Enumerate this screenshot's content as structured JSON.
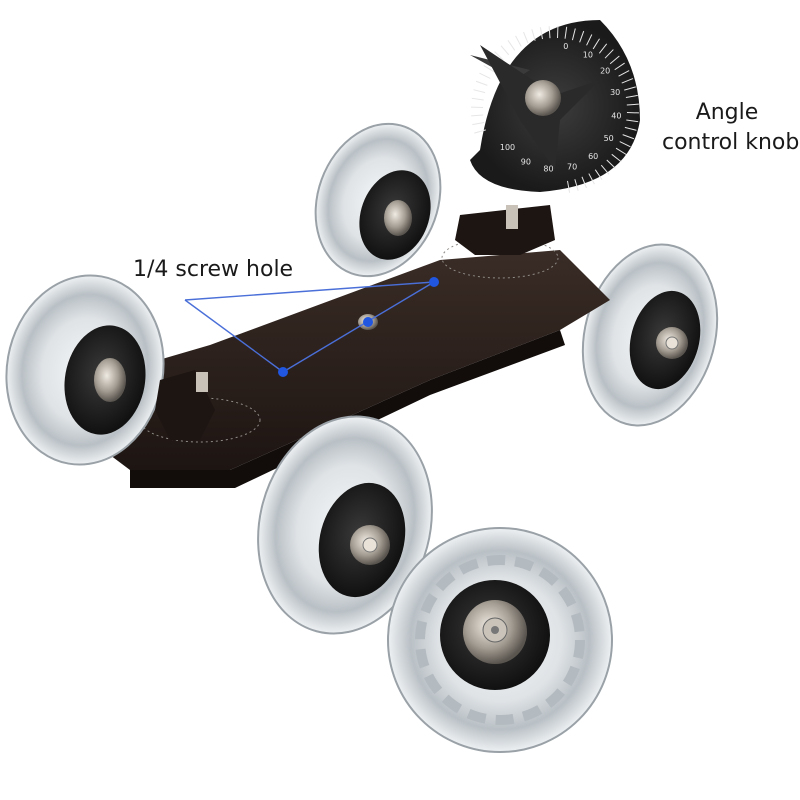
{
  "image": {
    "subject": "camera-table-dolly",
    "background_color": "#ffffff"
  },
  "labels": {
    "screw_hole": "1/4 screw hole",
    "angle_knob_line1": "Angle",
    "angle_knob_line2": "control knob"
  },
  "protractor_ticks": [
    "0",
    "10",
    "20",
    "30",
    "40",
    "50",
    "60",
    "70",
    "80",
    "90",
    "100"
  ],
  "colors": {
    "plate": "#2a1f1b",
    "wheel_rim": "#d9dde0",
    "wheel_hub": "#1c1c1c",
    "bearing": "#a9a29a",
    "pointer_line": "#4a6fd8",
    "pointer_dot": "#2056e0"
  }
}
